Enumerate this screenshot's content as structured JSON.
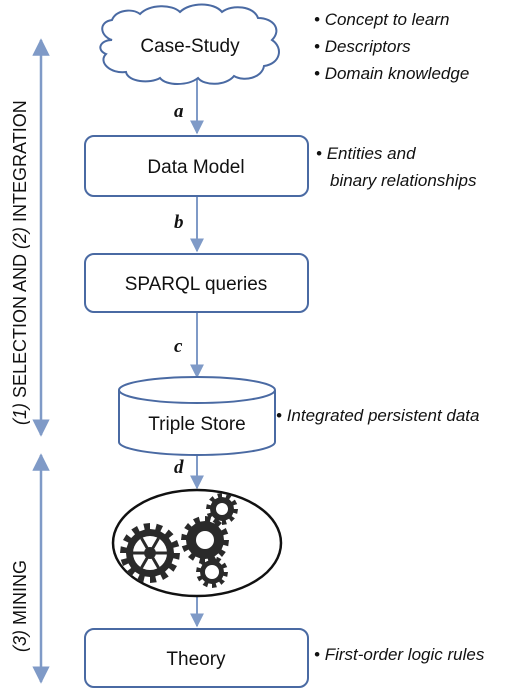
{
  "nodes": {
    "case_study": "Case-Study",
    "data_model": "Data Model",
    "sparql": "SPARQL queries",
    "triple_store": "Triple Store",
    "theory": "Theory",
    "mining_engine": "gears-icon"
  },
  "edges": {
    "a": "a",
    "b": "b",
    "c": "c",
    "d": "d"
  },
  "notes": {
    "case_study": [
      "Concept to learn",
      "Descriptors",
      "Domain knowledge"
    ],
    "data_model": [
      "Entities and",
      "binary relationships"
    ],
    "triple_store": "Integrated persistent data",
    "theory": "First-order logic rules"
  },
  "bullet": "•",
  "phases": {
    "selection_integration": {
      "num1": "(1)",
      "text1": " SELECTION AND ",
      "num2": "(2)",
      "text2": " INTEGRATION"
    },
    "mining": {
      "num": "(3)",
      "text": " MINING"
    }
  },
  "colors": {
    "stroke": "#4a6aa3",
    "arrow": "#7f9ac7",
    "gear": "#2a2a2a"
  }
}
